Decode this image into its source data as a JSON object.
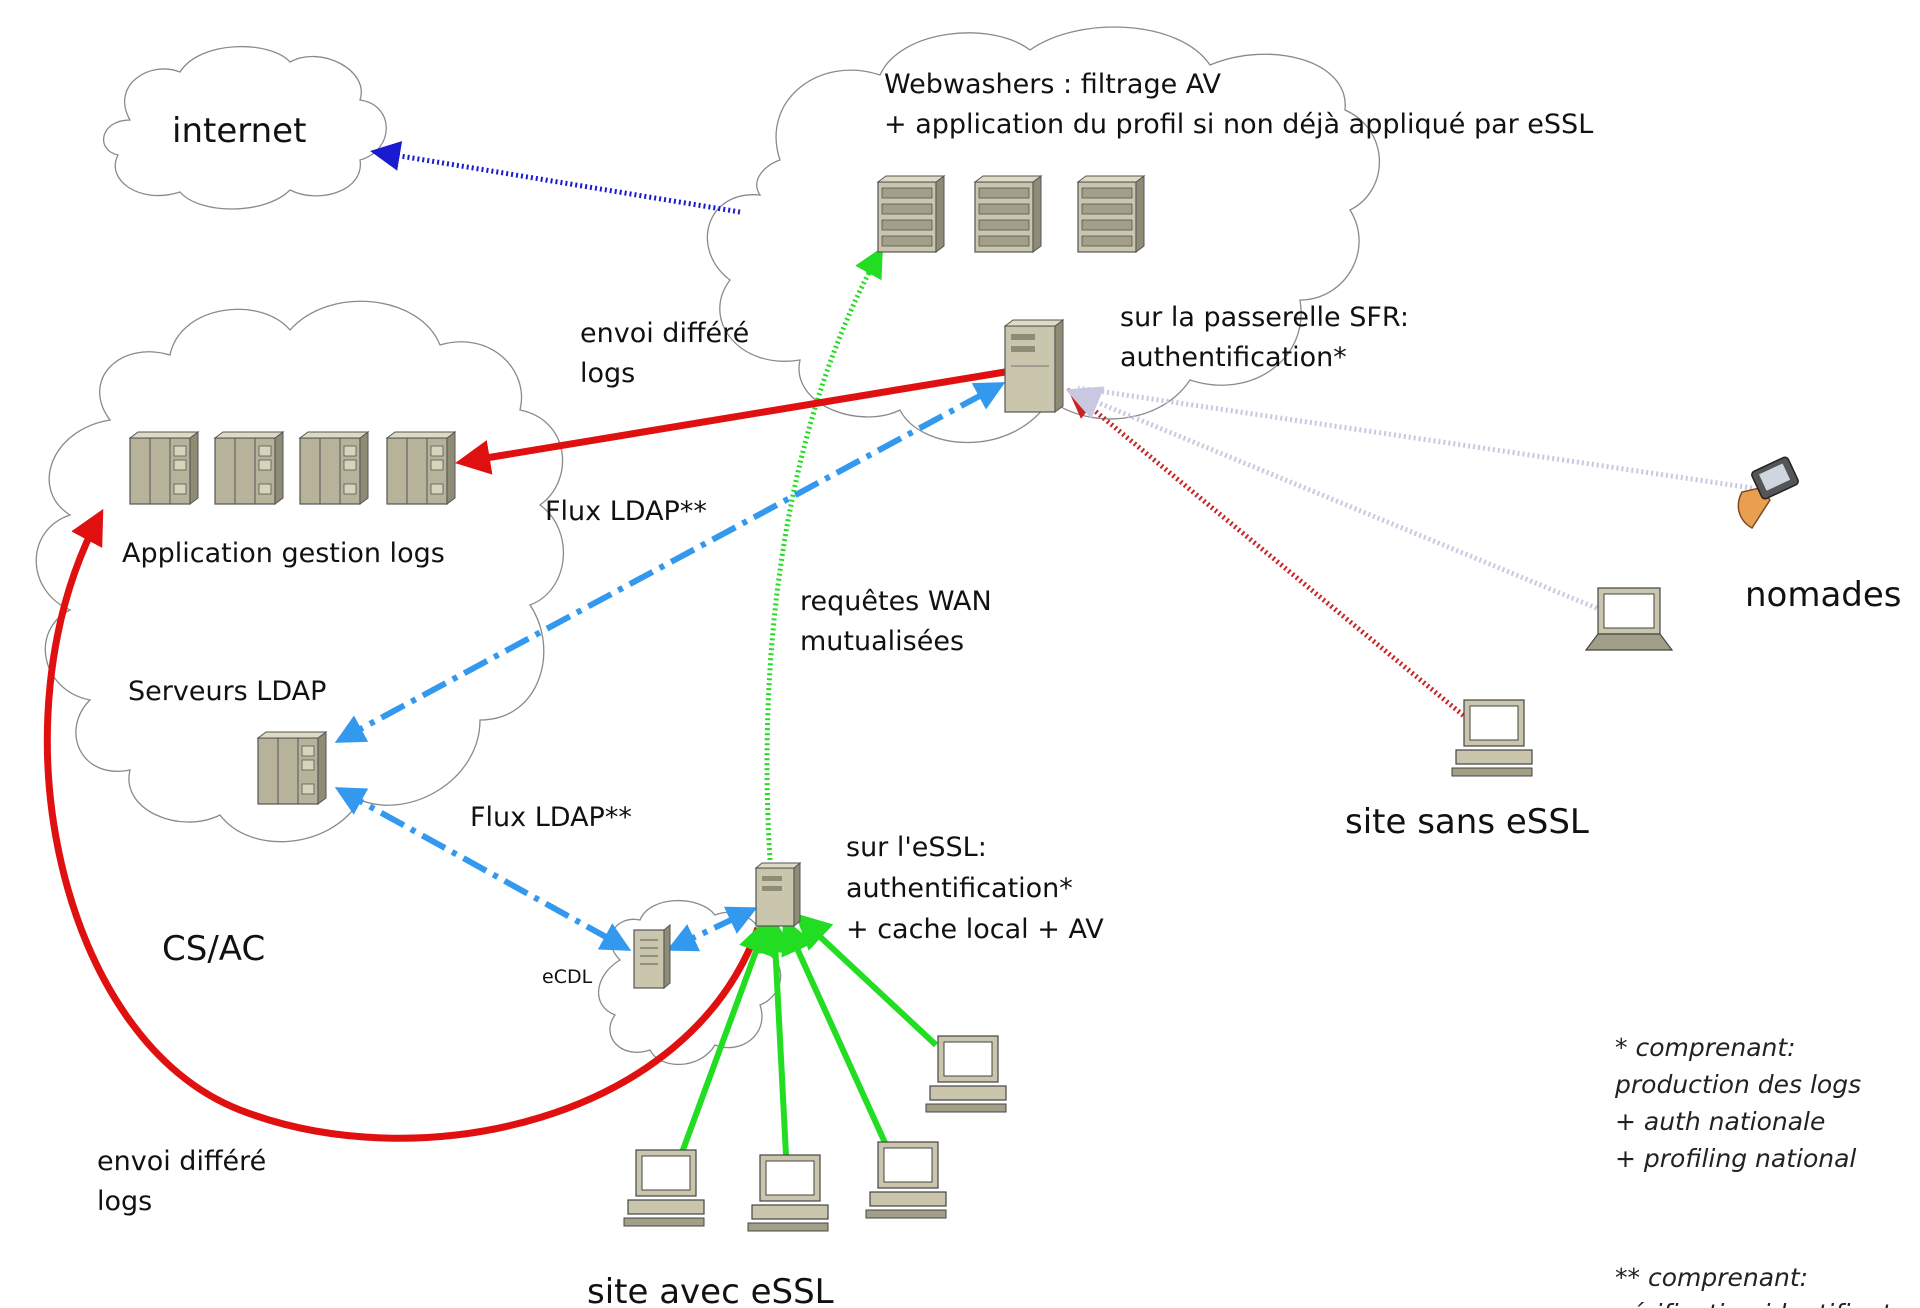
{
  "diagram": {
    "clouds": {
      "internet": "internet",
      "webwashers_line1": "Webwashers : filtrage AV",
      "webwashers_line2": "+ application du profil si non déjà appliqué par eSSL",
      "csac": "CS/AC"
    },
    "labels": {
      "envoi_differe_top_1": "envoi différé",
      "envoi_differe_top_2": "logs",
      "passerelle_1": "sur la passerelle SFR:",
      "passerelle_2": "authentification*",
      "app_gestion_logs": "Application gestion logs",
      "flux_ldap_top": "Flux LDAP**",
      "requetes_wan_1": "requêtes WAN",
      "requetes_wan_2": "mutualisées",
      "serveurs_ldap": "Serveurs LDAP",
      "flux_ldap_bottom": "Flux LDAP**",
      "essl_1": "sur l'eSSL:",
      "essl_2": "authentification*",
      "essl_3": "+ cache local + AV",
      "ecdl": "eCDL",
      "envoi_differe_bottom_1": "envoi différé",
      "envoi_differe_bottom_2": "logs",
      "nomades": "nomades",
      "site_sans_essl": "site sans eSSL",
      "site_avec_essl": "site avec eSSL"
    },
    "notes": {
      "note1_line1": "* comprenant:",
      "note1_line2": "production des logs",
      "note1_line3": "+ auth nationale",
      "note1_line4": "+ profiling national",
      "note2_line1": "** comprenant:",
      "note2_line2": "vérification identifiant"
    },
    "colors": {
      "red_arrow": "#e01010",
      "green_arrow": "#22dd22",
      "blue_dashdot": "#3399ee",
      "dark_blue_dotted": "#1a1ad0",
      "dark_red_dotted": "#cc2222",
      "light_gray_dotted": "#c8c8e0",
      "server": "#b7b39a"
    }
  }
}
